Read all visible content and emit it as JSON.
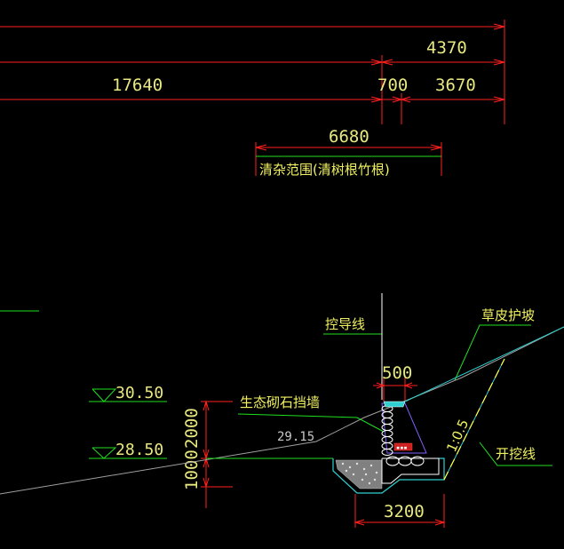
{
  "dimensions": {
    "total_right": "4370",
    "left_span": "17640",
    "mid_span": "700",
    "right_span": "3670",
    "clearing_span": "6680",
    "wall_top": "500",
    "base_width": "3200",
    "height_upper": "2000",
    "height_lower": "1000"
  },
  "labels": {
    "clearing": "清杂范围(清树根竹根)",
    "guide_line": "控导线",
    "grass_slope": "草皮护坡",
    "eco_wall": "生态砌石挡墙",
    "excavation_line": "开挖线",
    "slope_ratio": "1:0.5",
    "ground_value": "29.15",
    "wall_block": "▪▪▪"
  },
  "levels": {
    "upper": "30.50",
    "lower": "28.50"
  },
  "colors": {
    "dim_line": "#ff2020",
    "green": "#20e020",
    "cyan": "#30d0d0",
    "yellow": "#ffff40",
    "white": "#ffffff",
    "gray": "#a0a0a0",
    "purple": "#7060ff"
  }
}
